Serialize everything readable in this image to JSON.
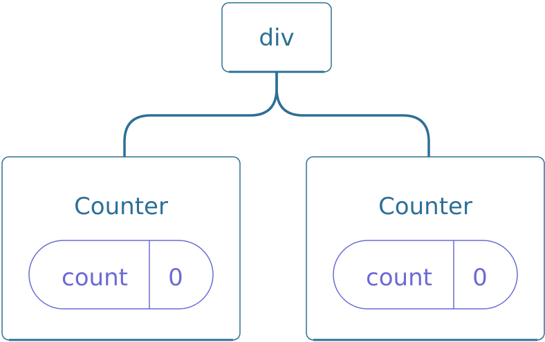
{
  "colors": {
    "node_border": "#2d6f96",
    "node_text": "#2d6f96",
    "state_border": "#6a6ad6",
    "state_text": "#6a6ad6",
    "background": "#ffffff"
  },
  "root": {
    "label": "div"
  },
  "children": [
    {
      "label": "Counter",
      "state": {
        "name": "count",
        "value": "0"
      }
    },
    {
      "label": "Counter",
      "state": {
        "name": "count",
        "value": "0"
      }
    }
  ]
}
